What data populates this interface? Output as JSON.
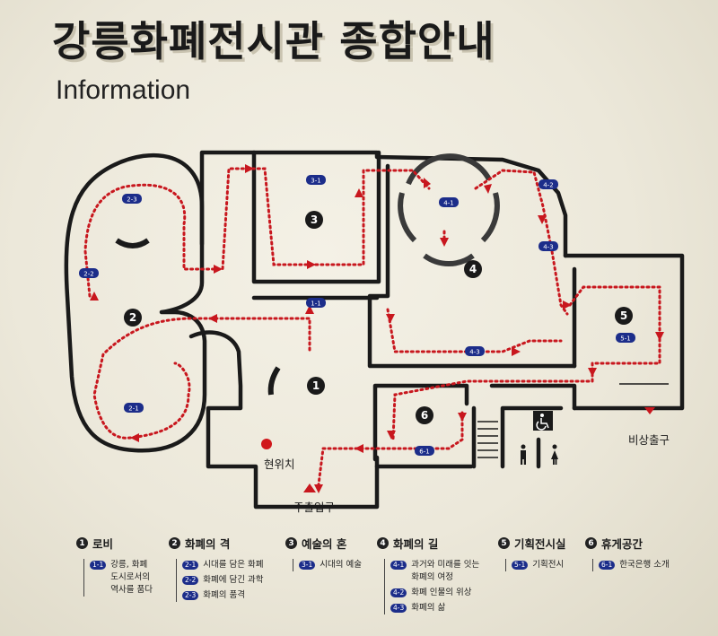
{
  "title_ko": "강릉화폐전시관 종합안내",
  "title_en": "Information",
  "map": {
    "rooms": [
      "1",
      "2",
      "3",
      "4",
      "5",
      "6"
    ],
    "markers": [
      "1-1",
      "2-1",
      "2-2",
      "2-3",
      "3-1",
      "4-1",
      "4-2",
      "4-3",
      "4-3",
      "5-1",
      "6-1"
    ],
    "current_location": "현위치",
    "entrance": "주출입구",
    "emergency_exit": "비상출구"
  },
  "legend": [
    {
      "num": "1",
      "title": "로비",
      "items": [
        {
          "code": "1-1",
          "text": "강릉, 화폐\n도시로서의\n역사를 품다"
        }
      ]
    },
    {
      "num": "2",
      "title": "화폐의 격",
      "items": [
        {
          "code": "2-1",
          "text": "시대를 담은 화폐"
        },
        {
          "code": "2-2",
          "text": "화폐에 담긴 과학"
        },
        {
          "code": "2-3",
          "text": "화폐의 품격"
        }
      ]
    },
    {
      "num": "3",
      "title": "예술의 혼",
      "items": [
        {
          "code": "3-1",
          "text": "시대의 예술"
        }
      ]
    },
    {
      "num": "4",
      "title": "화폐의 길",
      "items": [
        {
          "code": "4-1",
          "text": "과거와 미래를 잇는\n화폐의 여정"
        },
        {
          "code": "4-2",
          "text": "화폐 인물의 위상"
        },
        {
          "code": "4-3",
          "text": "화폐의 삶"
        }
      ]
    },
    {
      "num": "5",
      "title": "기획전시실",
      "items": [
        {
          "code": "5-1",
          "text": "기획전시"
        }
      ]
    },
    {
      "num": "6",
      "title": "휴게공간",
      "items": [
        {
          "code": "6-1",
          "text": "한국은행 소개"
        }
      ]
    }
  ],
  "colors": {
    "route": "#c8171e",
    "badge": "#1c2d8a",
    "wall": "#1a1a1a"
  }
}
